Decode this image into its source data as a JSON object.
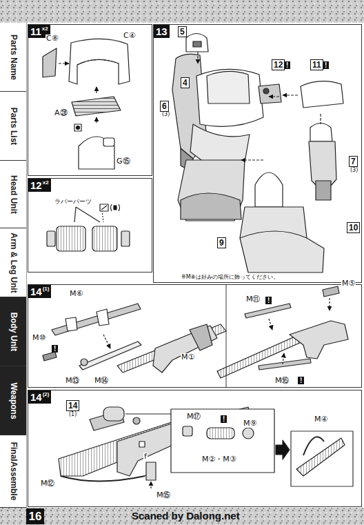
{
  "diagram": {
    "nodes": [
      {
        "text": [
          "Parts Name"
        ]
      },
      {
        "text": [
          "Parts List"
        ]
      },
      {
        "text": [
          "Head Unit"
        ]
      },
      {
        "text": [
          "Arm & Leg Unit"
        ]
      },
      {
        "text": [
          "Body Unit"
        ]
      },
      {
        "text": [
          "Weapons"
        ]
      },
      {
        "text": [
          "FinalAssemble"
        ]
      },
      {
        "text": [
          "11",
          "x2"
        ]
      },
      {
        "text": [
          "12",
          "x2"
        ]
      },
      {
        "text": [
          "13"
        ]
      },
      {
        "text": [
          "14",
          "(1)"
        ]
      },
      {
        "text": [
          "14",
          "(2)"
        ]
      },
      {
        "text": [
          "16"
        ]
      }
    ],
    "labels": [
      "C⑧",
      "C④",
      "A㉘",
      "G⑮",
      "ラバーパーツ",
      "5",
      "4",
      "6",
      "(3)",
      "12",
      "11",
      "7",
      "(3)",
      "10",
      "9",
      "※M⑧は好みの場所に飾ってください。",
      "M⑥",
      "M⑪",
      "M⑤",
      "!",
      "M⑩",
      "M⑬",
      "M⑭",
      "M①",
      "!",
      "M⑯",
      "!",
      "14",
      "(1)",
      "M⑰",
      "!",
      "M⑨",
      "M②・M③",
      "M④",
      "M⑫",
      "M⑮",
      "f",
      "!",
      "!",
      "Scaned by Dalong.net"
    ]
  }
}
